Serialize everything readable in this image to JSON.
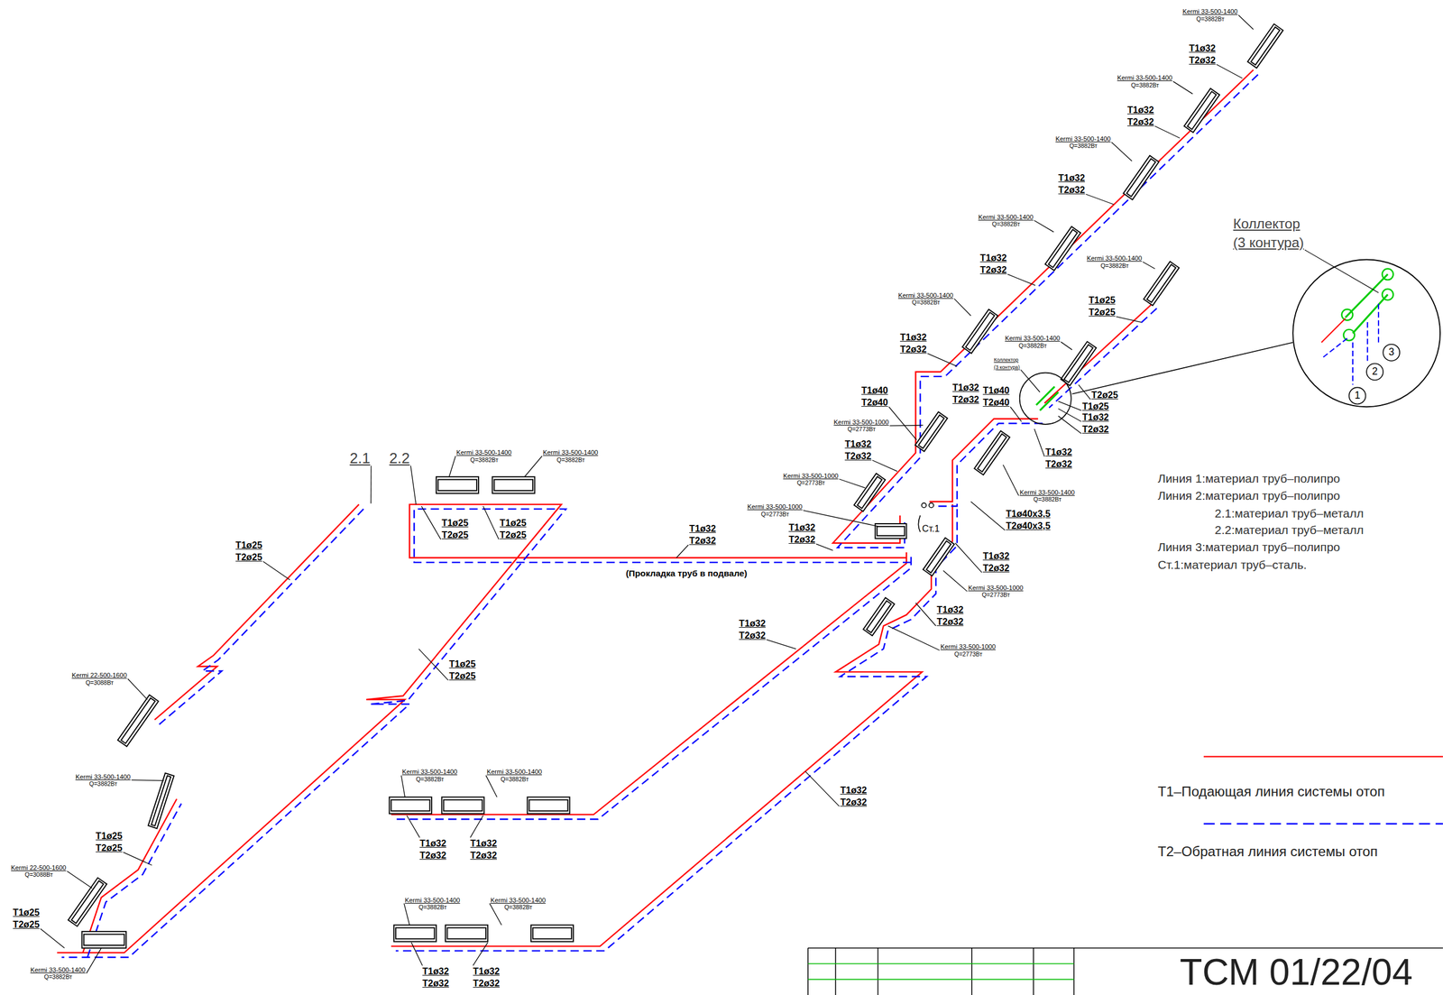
{
  "diagram": {
    "labels": [
      "Kermi 33-500-1400",
      "Q=3882Вт",
      "Т1ø32",
      "Т2ø32",
      "Kermi 33-500-1400",
      "Q=3882Вт",
      "Т1ø32",
      "Т2ø32",
      "Kermi 33-500-1400",
      "Q=3882Вт",
      "Т1ø32",
      "Т2ø32",
      "Kermi 33-500-1400",
      "Q=3882Вт",
      "Т1ø32",
      "Т2ø32",
      "Kermi 33-500-1400",
      "Q=3882Вт",
      "Т1ø32",
      "Т2ø32",
      "Kermi 33-500-1400",
      "Q=3882Вт",
      "Т1ø25",
      "Т2ø25",
      "Kermi 33-500-1400",
      "Q=3882Вт",
      "Коллектор",
      "(3 контура)",
      "Т1ø40",
      "Т2ø40",
      "Т1ø32",
      "Т2ø32",
      "Т1ø40",
      "Т2ø40",
      "Т2ø25",
      "Т1ø25",
      "Т1ø32",
      "Т2ø32",
      "Т1ø32",
      "Т2ø32",
      "Kermi 33-500-1000",
      "Q=2773Вт",
      "Т1ø32",
      "Т2ø32",
      "Kermi 33-500-1400",
      "Q=3882Вт",
      "Т1ø40x3,5",
      "Т2ø40x3,5",
      "Kermi 33-500-1000",
      "Q=2773Вт",
      "Kermi 33-500-1000",
      "Q=2773Вт",
      "Т1ø32",
      "Т2ø32",
      "Ст.1",
      "Т1ø32",
      "Т2ø32",
      "Kermi 33-500-1000",
      "Q=2773Вт",
      "Т1ø32",
      "Т2ø32",
      "Kermi 33-500-1000",
      "Q=2773Вт",
      "Т1ø32",
      "Т2ø32",
      "Т1ø32",
      "Т2ø32",
      "2.1",
      "2.2",
      "Kermi 33-500-1400",
      "Q=3882Вт",
      "Kermi 33-500-1400",
      "Q=3882Вт",
      "Т1ø25",
      "Т2ø25",
      "Т1ø25",
      "Т2ø25",
      "Т1ø32",
      "Т2ø32",
      "(Прокладка труб в подвале)",
      "Т1ø25",
      "Т2ø25",
      "Т1ø25",
      "Т2ø25",
      "Kermi 22-500-1600",
      "Q=3088Вт",
      "Kermi 33-500-1400",
      "Q=3882Вт",
      "Т1ø25",
      "Т2ø25",
      "Kermi 22-500-1600",
      "Q=3088Вт",
      "Т1ø25",
      "Т2ø25",
      "Kermi 33-500-1400",
      "Q=3882Вт",
      "Kermi 33-500-1400",
      "Q=3882Вт",
      "Kermi 33-500-1400",
      "Q=3882Вт",
      "Т1ø32",
      "Т2ø32",
      "Т1ø32",
      "Т2ø32",
      "Kermi 33-500-1400",
      "Q=3882Вт",
      "Kermi 33-500-1400",
      "Q=3882Вт",
      "Т1ø32",
      "Т2ø32",
      "Т1ø32",
      "Т2ø32",
      "Коллектор",
      "(3 контура)",
      "1",
      "2",
      "3",
      "Линия 1:материал труб–полипро",
      "Линия 2:материал труб–полипро",
      "2.1:материал труб–металл",
      "2.2:материал труб–металл",
      "Линия 3:материал труб–полипро",
      "Ст.1:материал труб–сталь.",
      "ТСМ 01/22/04"
    ],
    "legend": [
      {
        "text": "Т1–Подающая линия системы отоп"
      },
      {
        "text": "Т2–Обратная линия системы отоп"
      }
    ]
  }
}
